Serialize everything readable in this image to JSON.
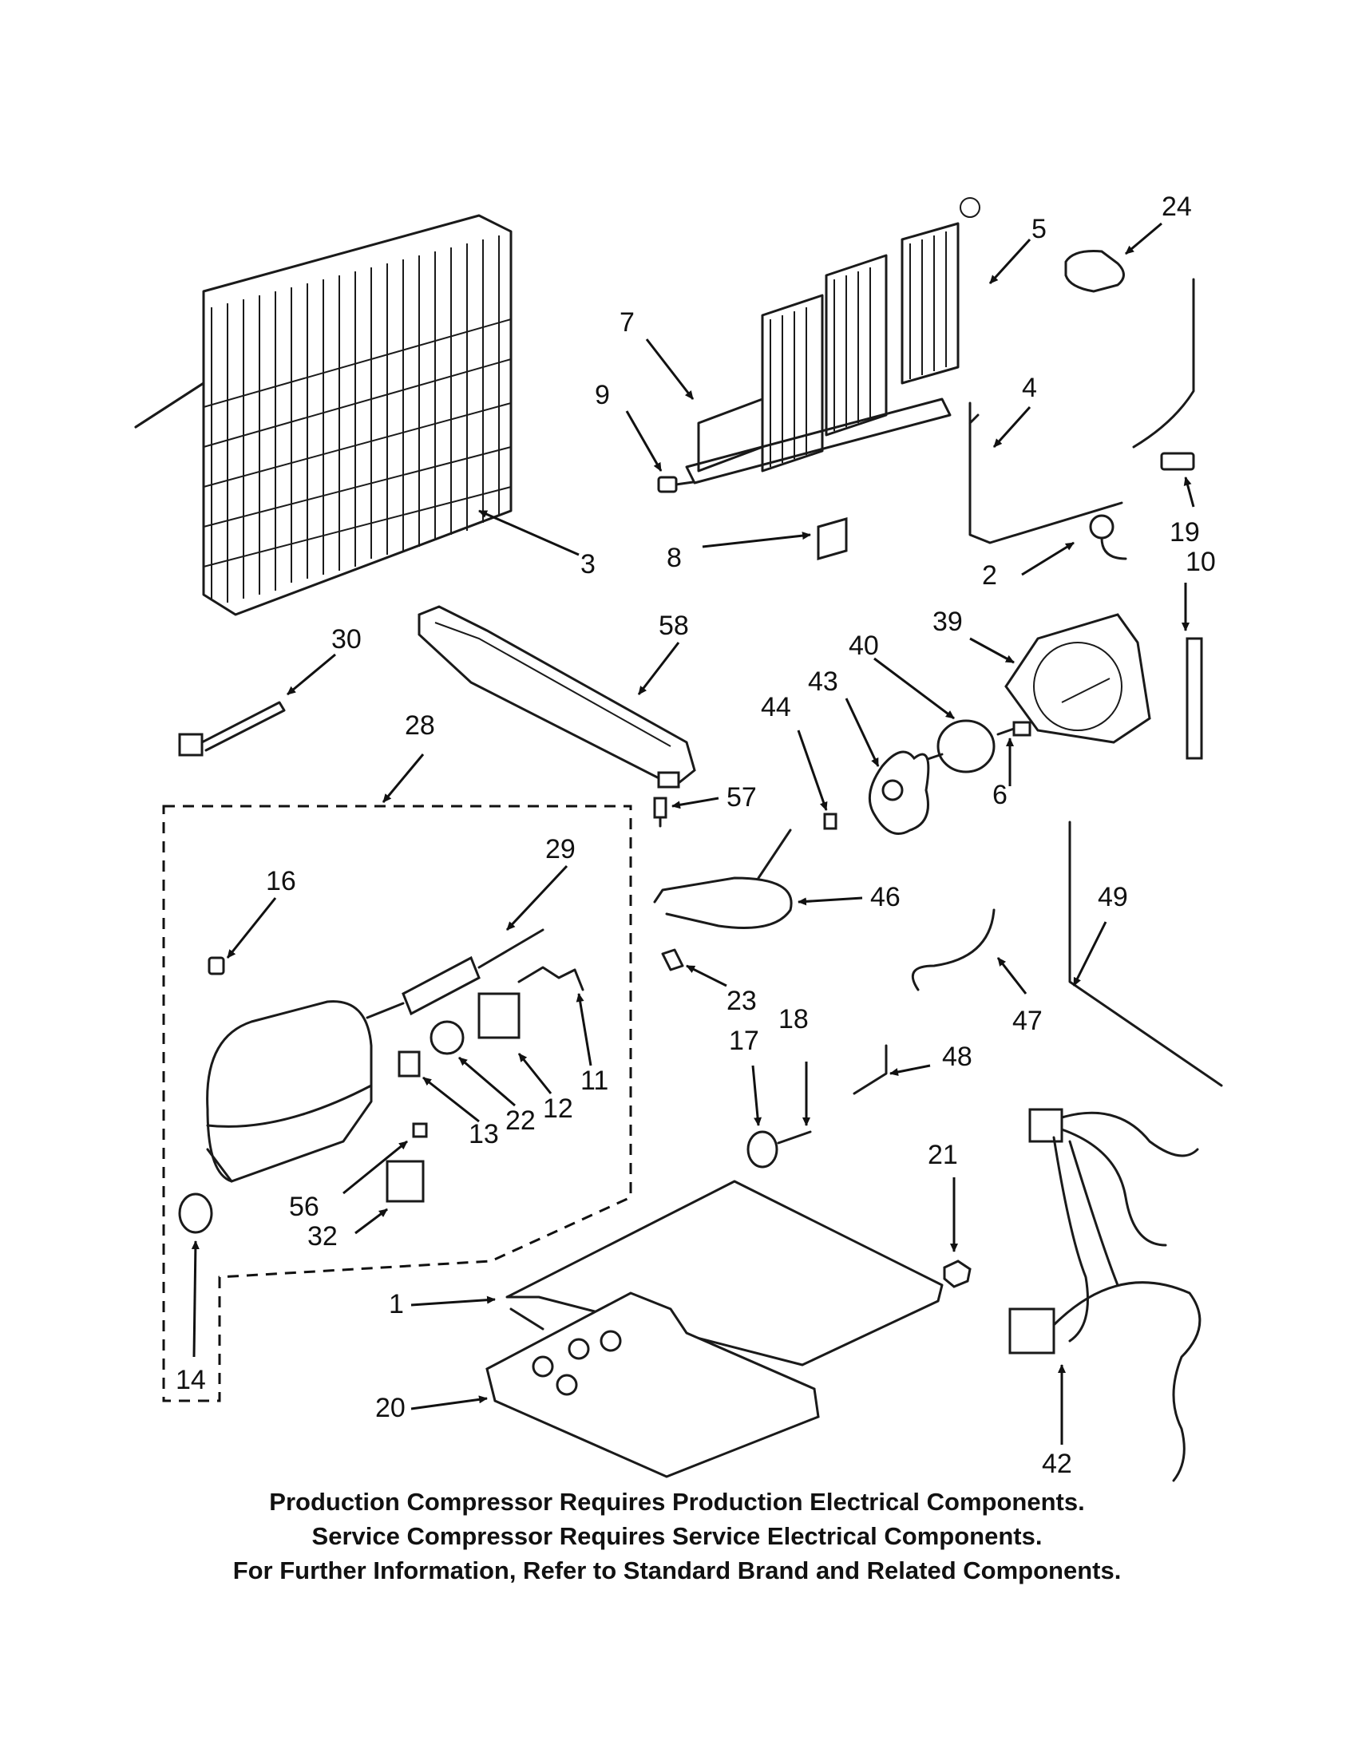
{
  "callouts": [
    "3",
    "7",
    "9",
    "8",
    "5",
    "24",
    "4",
    "19",
    "10",
    "2",
    "58",
    "30",
    "39",
    "40",
    "43",
    "44",
    "6",
    "57",
    "28",
    "29",
    "16",
    "46",
    "23",
    "49",
    "47",
    "11",
    "12",
    "22",
    "13",
    "17",
    "18",
    "48",
    "56",
    "32",
    "21",
    "1",
    "14",
    "20",
    "42"
  ],
  "notes": [
    "Production Compressor Requires Production Electrical Components.",
    "Service Compressor Requires Service Electrical Components.",
    "For Further Information, Refer to Standard Brand and Related Components."
  ]
}
